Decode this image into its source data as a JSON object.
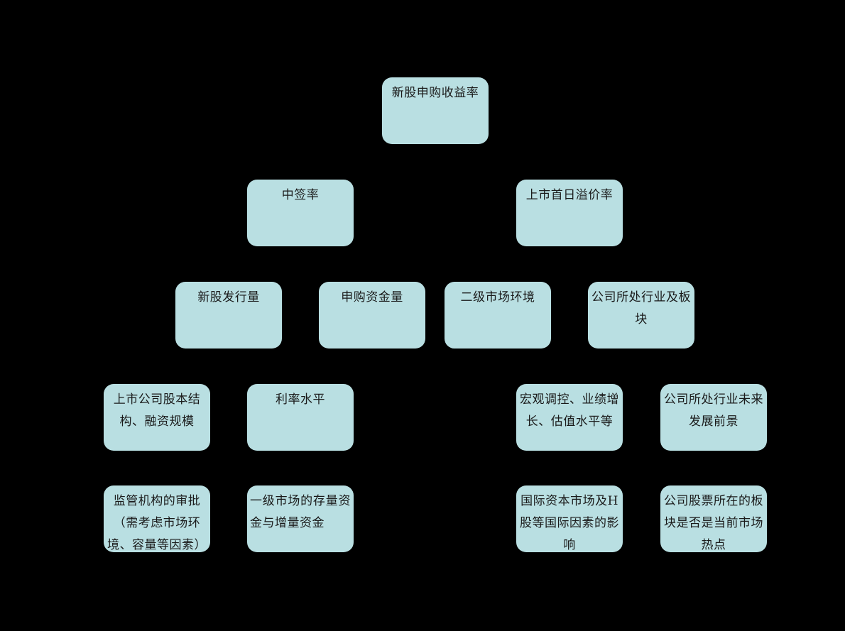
{
  "diagram": {
    "type": "tree",
    "background": "#000000",
    "node_fill": "#b9dfe2",
    "text_color": "#1a1a1a",
    "root": {
      "id": "root",
      "label": "新股申购收益率"
    },
    "level2": [
      {
        "id": "n_zqr",
        "label": "中签率"
      },
      {
        "id": "n_sssryjl",
        "label": "上市首日溢价率"
      }
    ],
    "level3": [
      {
        "id": "n_xgfxl",
        "label": "新股发行量"
      },
      {
        "id": "n_sgzjl",
        "label": "申购资金量"
      },
      {
        "id": "n_ejschj",
        "label": "二级市场环境"
      },
      {
        "id": "n_gshy",
        "label": "公司所处行业及板块"
      }
    ],
    "level4": [
      {
        "id": "n_gbjg",
        "label": "上市公司股本结构、融资规模"
      },
      {
        "id": "n_llsp",
        "label": "利率水平"
      },
      {
        "id": "n_hgtk",
        "label": "宏观调控、业绩增长、估值水平等"
      },
      {
        "id": "n_hyqj",
        "label": "公司所处行业未来发展前景"
      }
    ],
    "level5": [
      {
        "id": "n_jgsp",
        "label": "监管机构的审批（需考虑市场环境、容量等因素）"
      },
      {
        "id": "n_yjsc",
        "label": "一级市场的存量资金与增量资金"
      },
      {
        "id": "n_gjzb",
        "label": "国际资本市场及H股等国际因素的影响"
      },
      {
        "id": "n_bkrd",
        "label": "公司股票所在的板块是否是当前市场热点"
      }
    ]
  }
}
